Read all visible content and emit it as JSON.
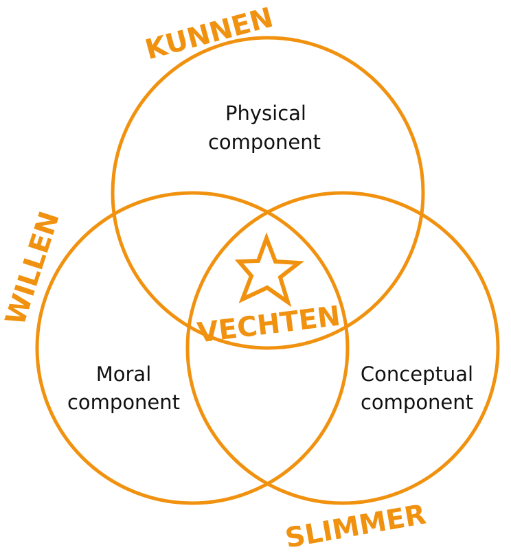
{
  "colors": {
    "accent": "#F0920F",
    "text": "#111111"
  },
  "circles": {
    "top": {
      "title": "KUNNEN",
      "line1": "Physical",
      "line2": "component"
    },
    "left": {
      "title": "WILLEN",
      "line1": "Moral",
      "line2": "component"
    },
    "right": {
      "title": "SLIMMER",
      "line1": "Conceptual",
      "line2": "component"
    }
  },
  "center": {
    "title": "VECHTEN",
    "icon": "star-icon"
  }
}
